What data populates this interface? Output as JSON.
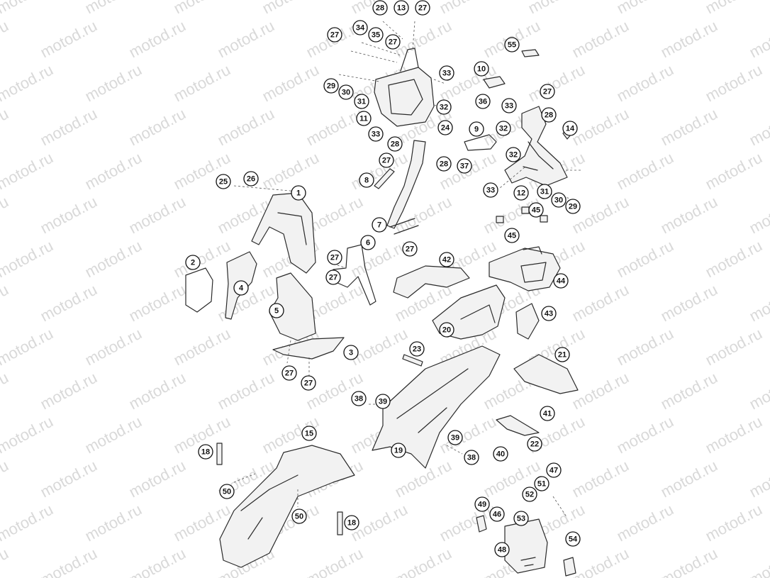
{
  "watermark": "motod.ru",
  "callouts": [
    "28",
    "13",
    "27",
    "34",
    "35",
    "27",
    "27",
    "33",
    "29",
    "30",
    "31",
    "11",
    "32",
    "33",
    "10",
    "36",
    "55",
    "27",
    "33",
    "28",
    "32",
    "14",
    "24",
    "9",
    "28",
    "27",
    "28",
    "37",
    "32",
    "8",
    "33",
    "12",
    "31",
    "30",
    "29",
    "25",
    "26",
    "1",
    "45",
    "45",
    "7",
    "27",
    "2",
    "4",
    "27",
    "6",
    "42",
    "5",
    "44",
    "27",
    "43",
    "20",
    "3",
    "23",
    "21",
    "27",
    "27",
    "38",
    "39",
    "41",
    "15",
    "40",
    "22",
    "18",
    "39",
    "19",
    "38",
    "50",
    "47",
    "51",
    "52",
    "49",
    "46",
    "53",
    "50",
    "18",
    "48",
    "54"
  ]
}
